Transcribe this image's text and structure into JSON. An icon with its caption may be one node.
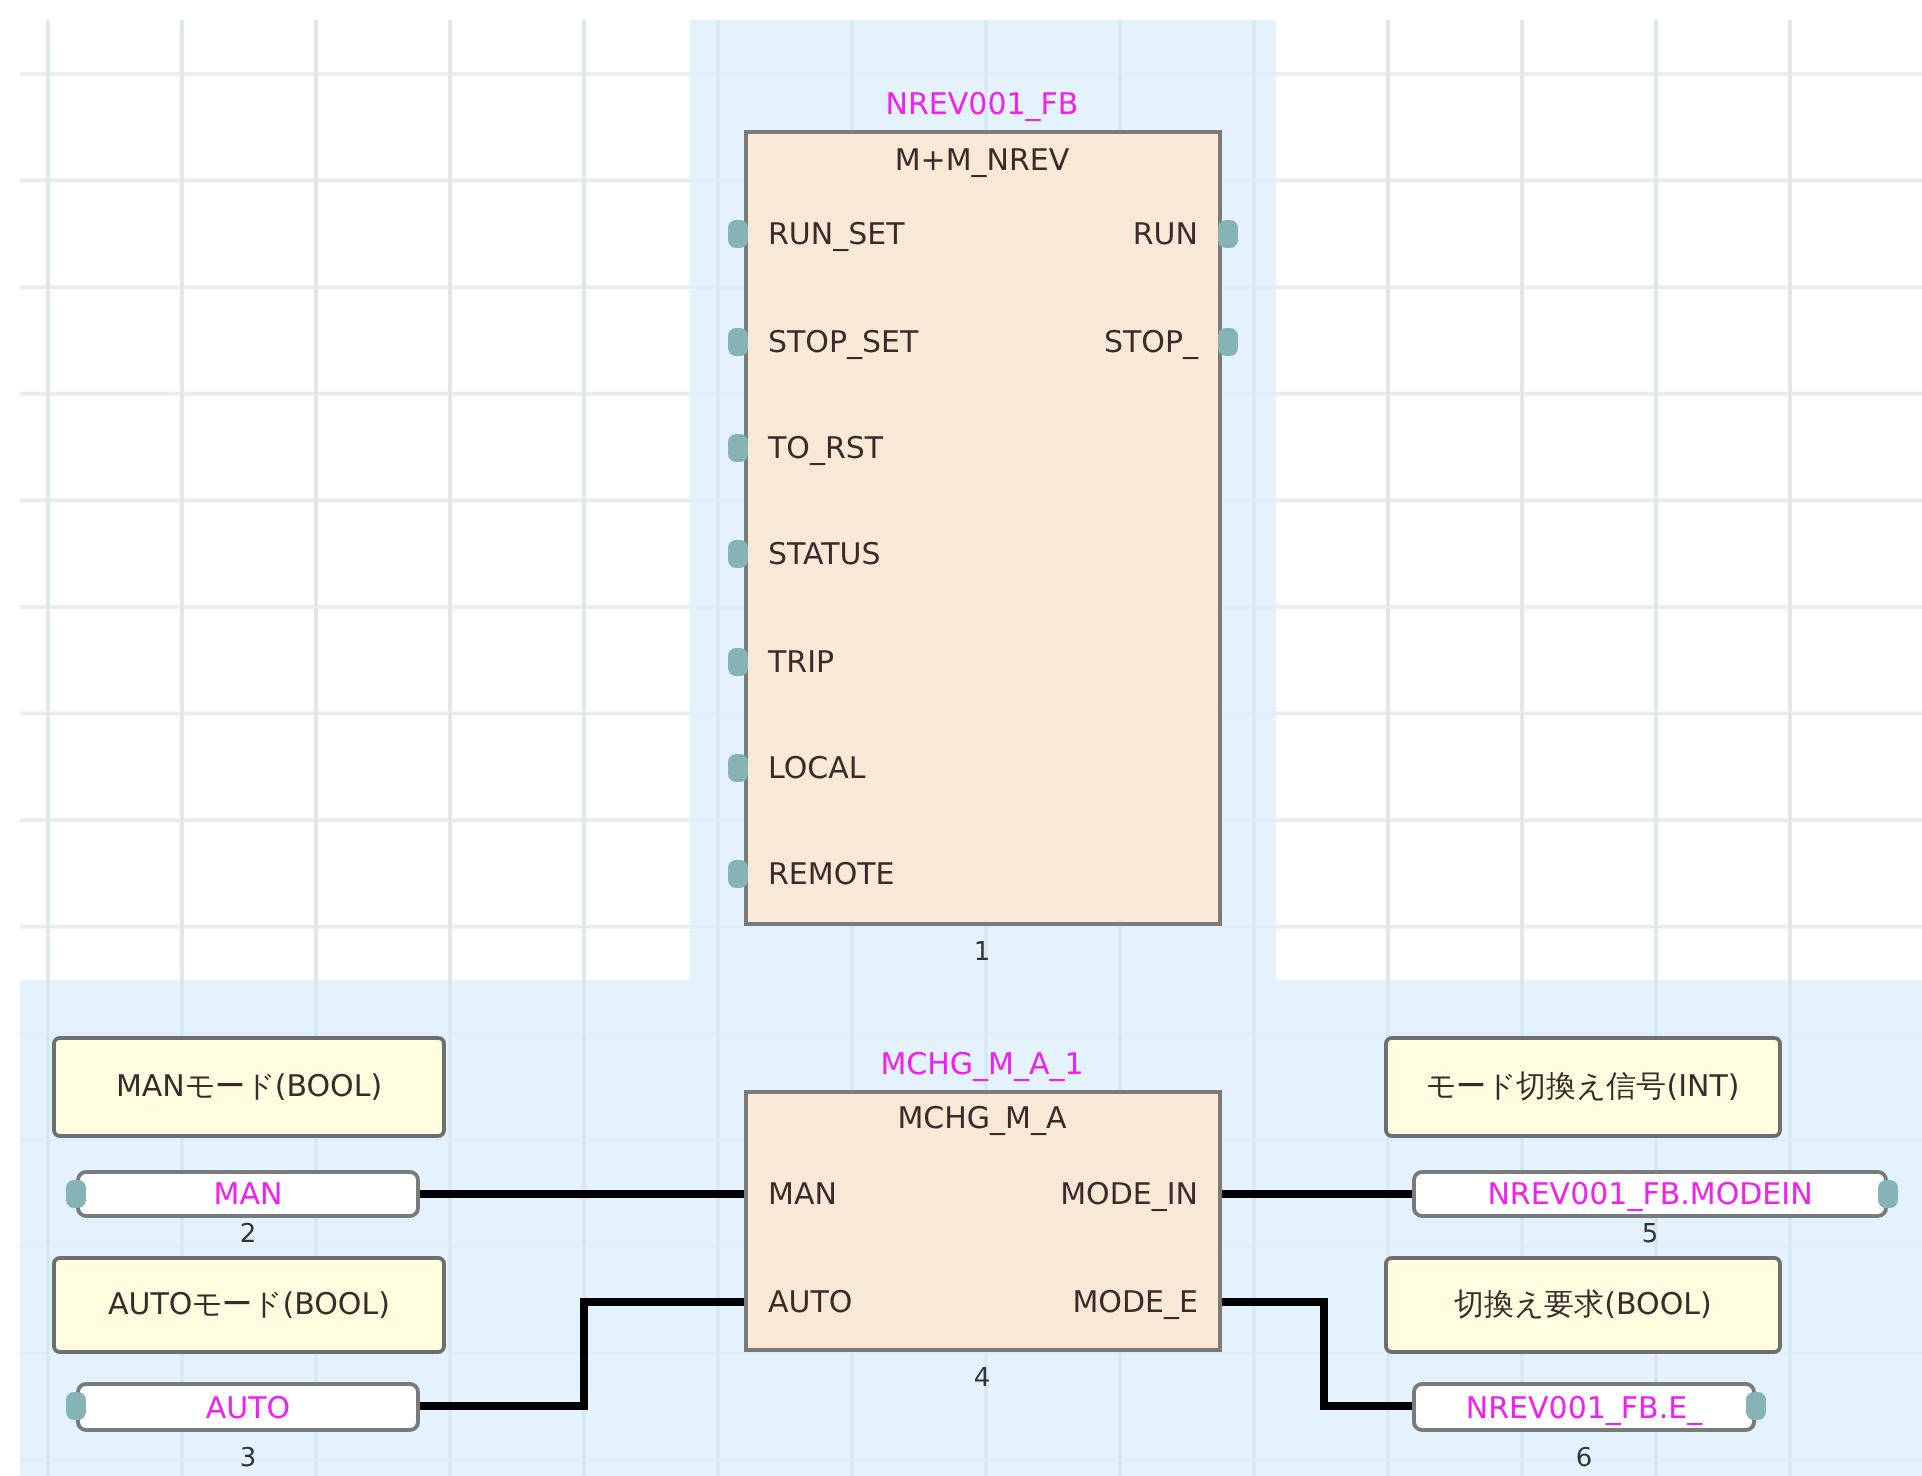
{
  "diagram": {
    "nodes": [
      {
        "text": [
          "NREV001_FB",
          "M+M_NREV",
          "RUN_SET",
          "RUN",
          "STOP_SET",
          "STOP_",
          "TO_RST",
          "STATUS",
          "TRIP",
          "LOCAL",
          "REMOTE"
        ],
        "beside": [
          "1"
        ]
      },
      {
        "text": [
          "MANモード(BOOL)"
        ]
      },
      {
        "text": [
          "MAN"
        ],
        "beside": [
          "2"
        ]
      },
      {
        "text": [
          "AUTOモード(BOOL)"
        ]
      },
      {
        "text": [
          "AUTO"
        ],
        "beside": [
          "3"
        ]
      },
      {
        "text": [
          "MCHG_M_A_1",
          "MCHG_M_A",
          "MAN",
          "AUTO",
          "MODE_IN",
          "MODE_E"
        ],
        "beside": [
          "4"
        ]
      },
      {
        "text": [
          "モード切換え信号(INT)"
        ]
      },
      {
        "text": [
          "NREV001_FB.MODEIN"
        ],
        "beside": [
          "5"
        ]
      },
      {
        "text": [
          "切換え要求(BOOL)"
        ]
      },
      {
        "text": [
          "NREV001_FB.E_"
        ],
        "beside": [
          "6"
        ]
      }
    ],
    "edges": [
      {
        "from": 2,
        "to": 5,
        "arrow": "none"
      },
      {
        "from": 4,
        "to": 5,
        "arrow": "none"
      },
      {
        "from": 5,
        "to": 7,
        "arrow": "none"
      },
      {
        "from": 5,
        "to": 9,
        "arrow": "none"
      }
    ]
  }
}
